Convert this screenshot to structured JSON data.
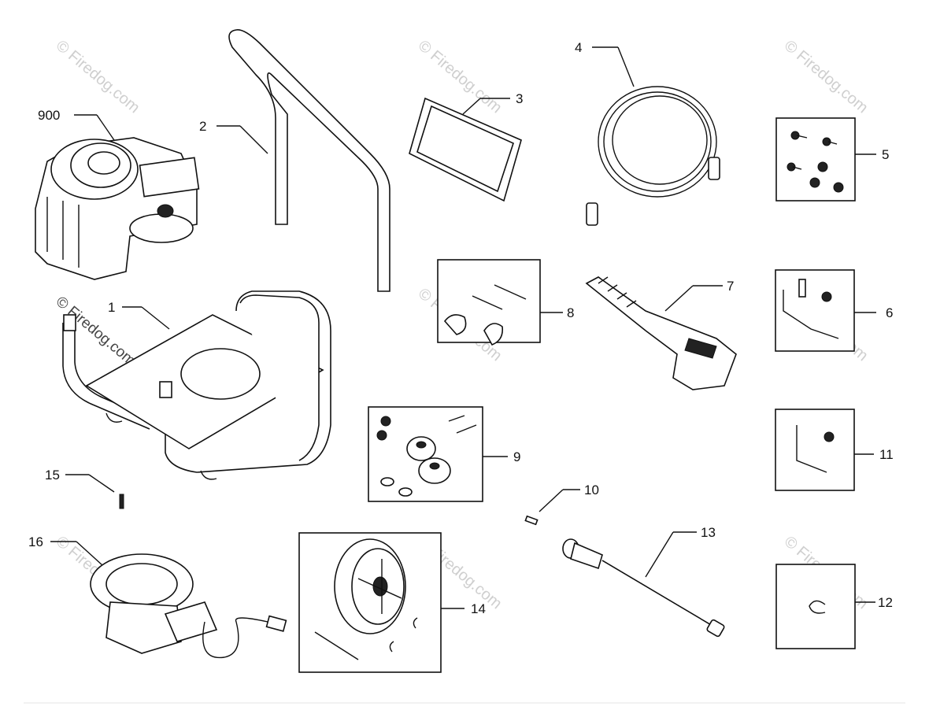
{
  "diagram": {
    "labels": {
      "p900": "900",
      "p1": "1",
      "p2": "2",
      "p3": "3",
      "p4": "4",
      "p5": "5",
      "p6": "6",
      "p7": "7",
      "p8": "8",
      "p9": "9",
      "p10": "10",
      "p11": "11",
      "p12": "12",
      "p13": "13",
      "p14": "14",
      "p15": "15",
      "p16": "16"
    },
    "watermark": "© Firedog.com"
  }
}
